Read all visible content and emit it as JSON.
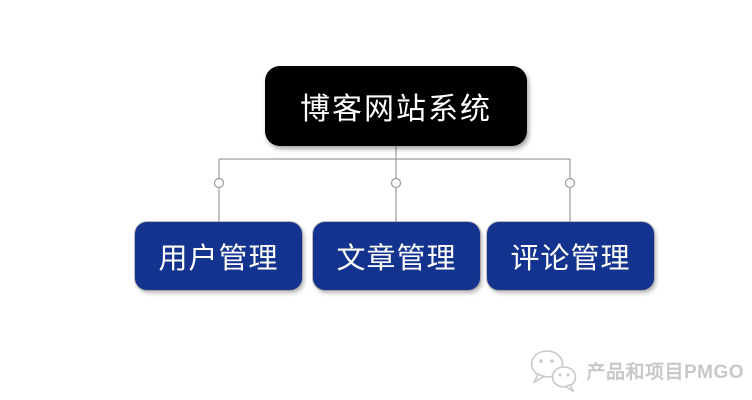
{
  "diagram": {
    "root": {
      "label": "博客网站系统"
    },
    "children": [
      {
        "label": "用户管理"
      },
      {
        "label": "文章管理"
      },
      {
        "label": "评论管理"
      }
    ]
  },
  "watermark": {
    "text": "产品和项目PMGO",
    "icon": "wechat-icon"
  },
  "colors": {
    "background": "#ffffff",
    "root_fill": "#000000",
    "root_text": "#ffffff",
    "child_fill": "#13338F",
    "child_text": "#ffffff",
    "connector": "#9b9b9b",
    "watermark_text": "#c8c8c8"
  }
}
